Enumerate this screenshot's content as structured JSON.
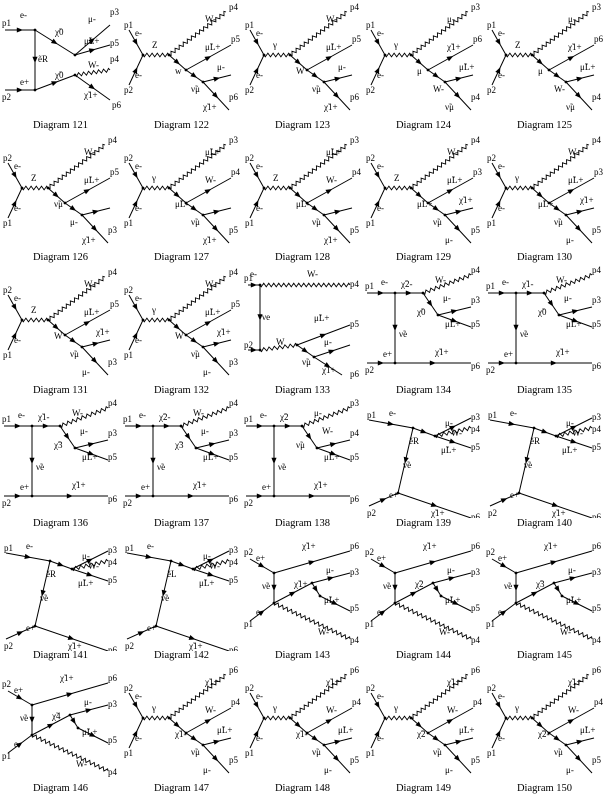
{
  "diagrams": [
    {
      "caption": "Diagram 121",
      "topo": "tchan",
      "top": [
        "e-",
        "χ̃0",
        "μ-",
        "p3"
      ],
      "bot": [
        "e+",
        "χ̃0",
        "W-",
        "p4"
      ],
      "mid": "ẽR",
      "out": [
        "μ̃L+",
        "χ̃1+"
      ],
      "ext": [
        "p1",
        "p2",
        "p5",
        "p6"
      ]
    },
    {
      "caption": "Diagram 122",
      "topo": "schan",
      "prop": "Z",
      "int": "w",
      "labels": [
        "e-",
        "e-",
        "W-",
        "μ̃L+",
        "ν̃μ",
        "χ̃1+",
        "μ-"
      ],
      "ext": [
        "p1",
        "p2",
        "p4",
        "p5",
        "p6",
        "p3"
      ]
    },
    {
      "caption": "Diagram 123",
      "topo": "schan",
      "prop": "γ",
      "int": "W",
      "labels": [
        "e-",
        "e-",
        "W-",
        "μ̃L+",
        "ν̃μ",
        "χ̃1+",
        "μ-"
      ],
      "ext": [
        "p1",
        "p2",
        "p4",
        "p5",
        "p6",
        "p3"
      ]
    },
    {
      "caption": "Diagram 124",
      "topo": "schan",
      "prop": "γ",
      "int": "μ",
      "labels": [
        "e-",
        "e-",
        "μ-",
        "χ̃1+",
        "W-",
        "ν̃μ",
        "μ̃L+"
      ],
      "ext": [
        "p1",
        "p2",
        "p3",
        "p6",
        "p4",
        "p5",
        "p3"
      ]
    },
    {
      "caption": "Diagram 125",
      "topo": "schan",
      "prop": "Z",
      "int": "μ",
      "labels": [
        "e-",
        "e-",
        "μ-",
        "χ̃1+",
        "W-",
        "ν̃μ",
        "μ̃L+"
      ],
      "ext": [
        "p1",
        "p2",
        "p3",
        "p6",
        "p4",
        "p5",
        "p3"
      ]
    },
    {
      "caption": "Diagram 126",
      "topo": "schan2",
      "prop": "Z",
      "int": "ν̃μ",
      "labels": [
        "e-",
        "e-",
        "W-",
        "μ̃L+",
        "μ-",
        "χ̃1+"
      ],
      "ext": [
        "p2",
        "p1",
        "p4",
        "p5",
        "p3",
        "p6"
      ]
    },
    {
      "caption": "Diagram 127",
      "topo": "schan2",
      "prop": "γ",
      "int": "μ̃L-",
      "labels": [
        "e-",
        "e-",
        "μ̃L+",
        "W-",
        "ν̃μ",
        "χ̃1+"
      ],
      "ext": [
        "p2",
        "p1",
        "p3",
        "p4",
        "p5",
        "p6"
      ]
    },
    {
      "caption": "Diagram 128",
      "topo": "schan2",
      "prop": "Z",
      "int": "μ̃L-",
      "labels": [
        "e-",
        "e-",
        "μ̃L+",
        "W-",
        "ν̃μ",
        "χ̃1+"
      ],
      "ext": [
        "p2",
        "p1",
        "p3",
        "p4",
        "p5",
        "p6"
      ]
    },
    {
      "caption": "Diagram 129",
      "topo": "schan2",
      "prop": "Z",
      "int": "μ̃L+",
      "labels": [
        "e-",
        "e-",
        "W-",
        "μ̃L+",
        "ν̃μ",
        "μ-",
        "χ̃1+"
      ],
      "ext": [
        "p2",
        "p1",
        "p4",
        "p3",
        "p5",
        "p6"
      ]
    },
    {
      "caption": "Diagram 130",
      "topo": "schan2",
      "prop": "γ",
      "int": "μ̃L+",
      "labels": [
        "e-",
        "e-",
        "W-",
        "μ̃L+",
        "ν̃μ",
        "μ-",
        "χ̃1+"
      ],
      "ext": [
        "p2",
        "p1",
        "p4",
        "p3",
        "p5",
        "p6"
      ]
    },
    {
      "caption": "Diagram 131",
      "topo": "schan2",
      "prop": "Z",
      "int": "W",
      "labels": [
        "e-",
        "e-",
        "W-",
        "μ̃L+",
        "ν̃μ",
        "μ-",
        "χ̃1+"
      ],
      "ext": [
        "p2",
        "p1",
        "p4",
        "p5",
        "p3",
        "p6"
      ]
    },
    {
      "caption": "Diagram 132",
      "topo": "schan2",
      "prop": "γ",
      "int": "W",
      "labels": [
        "e-",
        "e-",
        "W-",
        "μ̃L+",
        "ν̃μ",
        "μ-",
        "χ̃1+"
      ],
      "ext": [
        "p2",
        "p1",
        "p4",
        "p5",
        "p3",
        "p6"
      ]
    },
    {
      "caption": "Diagram 133",
      "topo": "tchanW",
      "prop": "νe",
      "int": "W",
      "labels": [
        "e-",
        "W-",
        "μ̃L+",
        "ν̃μ",
        "μ-",
        "χ̃1+"
      ],
      "ext": [
        "p1",
        "p2",
        "p4",
        "p5",
        "p3",
        "p6"
      ]
    },
    {
      "caption": "Diagram 134",
      "topo": "box",
      "top": "χ̃2-",
      "mid": "ν̃e",
      "labels": [
        "e-",
        "W-",
        "μ-",
        "χ̃0",
        "μ̃L+",
        "e+",
        "χ̃1+"
      ],
      "ext": [
        "p1",
        "p2",
        "p4",
        "p3",
        "p5",
        "p6"
      ]
    },
    {
      "caption": "Diagram 135",
      "topo": "box",
      "top": "χ̃1-",
      "mid": "ν̃e",
      "labels": [
        "e-",
        "W-",
        "μ-",
        "χ̃0",
        "μ̃L+",
        "e+",
        "χ̃1+"
      ],
      "ext": [
        "p1",
        "p2",
        "p4",
        "p3",
        "p5",
        "p6"
      ]
    },
    {
      "caption": "Diagram 136",
      "topo": "box",
      "top": "χ̃1-",
      "mid": "ν̃e",
      "labels": [
        "e-",
        "W-",
        "μ-",
        "χ̃3",
        "μ̃L+",
        "e+",
        "χ̃1+"
      ],
      "ext": [
        "p1",
        "p2",
        "p4",
        "p3",
        "p5",
        "p6"
      ]
    },
    {
      "caption": "Diagram 137",
      "topo": "box",
      "top": "χ̃2-",
      "mid": "ν̃e",
      "labels": [
        "e-",
        "W-",
        "μ-",
        "χ̃3",
        "μ̃L+",
        "e+",
        "χ̃1+"
      ],
      "ext": [
        "p1",
        "p2",
        "p4",
        "p3",
        "p5",
        "p6"
      ]
    },
    {
      "caption": "Diagram 138",
      "topo": "box",
      "top": "χ̃2",
      "mid": "ν̃e",
      "labels": [
        "e-",
        "μ-",
        "W-",
        "ν̃μ",
        "μ̃L+",
        "e+",
        "χ̃1+"
      ],
      "ext": [
        "p1",
        "p2",
        "p3",
        "p4",
        "p5",
        "p6"
      ]
    },
    {
      "caption": "Diagram 139",
      "topo": "tangle",
      "mid": "ν̃e",
      "int": "ẽR",
      "labels": [
        "e-",
        "μ-",
        "W-",
        "μ̃L+",
        "e+",
        "χ̃1+"
      ],
      "ext": [
        "p1",
        "p2",
        "p3",
        "p4",
        "p5",
        "p6"
      ]
    },
    {
      "caption": "Diagram 140",
      "topo": "tangle",
      "mid": "ν̃e",
      "int": "ẽR",
      "labels": [
        "e-",
        "μ-",
        "W-",
        "μ̃L+",
        "e+",
        "χ̃1+"
      ],
      "ext": [
        "p1",
        "p2",
        "p3",
        "p4",
        "p5",
        "p6"
      ]
    },
    {
      "caption": "Diagram 141",
      "topo": "tangle",
      "mid": "ν̃e",
      "int": "ẽR",
      "labels": [
        "e-",
        "μ-",
        "W-",
        "μ̃L+",
        "e+",
        "χ̃1+"
      ],
      "ext": [
        "p1",
        "p2",
        "p3",
        "p4",
        "p5",
        "p6"
      ]
    },
    {
      "caption": "Diagram 142",
      "topo": "tangle",
      "mid": "ν̃e",
      "int": "ẽL",
      "labels": [
        "e-",
        "μ-",
        "W-",
        "μ̃L+",
        "e+",
        "χ̃1+"
      ],
      "ext": [
        "p1",
        "p2",
        "p3",
        "p4",
        "p5",
        "p6"
      ]
    },
    {
      "caption": "Diagram 143",
      "topo": "vchain",
      "mid": "ν̃e",
      "int": "χ̃1+",
      "labels": [
        "e+",
        "χ̃1+",
        "μ-",
        "μ̃L+",
        "e-",
        "W-"
      ],
      "ext": [
        "p2",
        "p6",
        "p3",
        "p5",
        "p1",
        "p4"
      ]
    },
    {
      "caption": "Diagram 144",
      "topo": "vchain",
      "mid": "ν̃e",
      "int": "χ̃2",
      "labels": [
        "e+",
        "χ̃1+",
        "μ-",
        "μ̃L+",
        "e-",
        "W-"
      ],
      "ext": [
        "p2",
        "p6",
        "p3",
        "p5",
        "p1",
        "p4"
      ]
    },
    {
      "caption": "Diagram 145",
      "topo": "vchain",
      "mid": "ν̃e",
      "int": "χ̃3",
      "labels": [
        "e+",
        "χ̃1+",
        "μ-",
        "μ̃L+",
        "e-",
        "W-"
      ],
      "ext": [
        "p2",
        "p6",
        "p3",
        "p5",
        "p1",
        "p4"
      ]
    },
    {
      "caption": "Diagram 146",
      "topo": "vchain",
      "mid": "ν̃e",
      "int": "χ̃4",
      "labels": [
        "e+",
        "χ̃1+",
        "μ-",
        "μ̃L+",
        "e-",
        "W-"
      ],
      "ext": [
        "p2",
        "p6",
        "p3",
        "p5",
        "p1",
        "p4"
      ]
    },
    {
      "caption": "Diagram 147",
      "topo": "schan3",
      "prop": "γ",
      "int": "χ̃1-",
      "labels": [
        "e-",
        "e-",
        "χ̃1+",
        "W-",
        "ν̃μ",
        "μ-",
        "μ̃L+"
      ],
      "ext": [
        "p2",
        "p1",
        "p6",
        "p4",
        "p5",
        "p3",
        "p5"
      ]
    },
    {
      "caption": "Diagram 148",
      "topo": "schan3",
      "prop": "γ",
      "int": "χ̃1-",
      "labels": [
        "e-",
        "e-",
        "χ̃1+",
        "W-",
        "ν̃μ",
        "μ-",
        "μ̃L+"
      ],
      "ext": [
        "p2",
        "p1",
        "p6",
        "p4",
        "p5",
        "p3",
        "p5"
      ]
    },
    {
      "caption": "Diagram 149",
      "topo": "schan3",
      "prop": "γ",
      "int": "χ̃2",
      "labels": [
        "e-",
        "e-",
        "χ̃1+",
        "W-",
        "ν̃μ",
        "μ-",
        "μ̃L+"
      ],
      "ext": [
        "p2",
        "p1",
        "p6",
        "p4",
        "p5",
        "p3",
        "p5"
      ]
    },
    {
      "caption": "Diagram 150",
      "topo": "schan3",
      "prop": "γ",
      "int": "χ̃2-",
      "labels": [
        "e-",
        "e-",
        "χ̃1+",
        "W-",
        "ν̃μ",
        "μ-",
        "μ̃L+"
      ],
      "ext": [
        "p2",
        "p1",
        "p6",
        "p4",
        "p5",
        "p3",
        "p5"
      ]
    }
  ]
}
